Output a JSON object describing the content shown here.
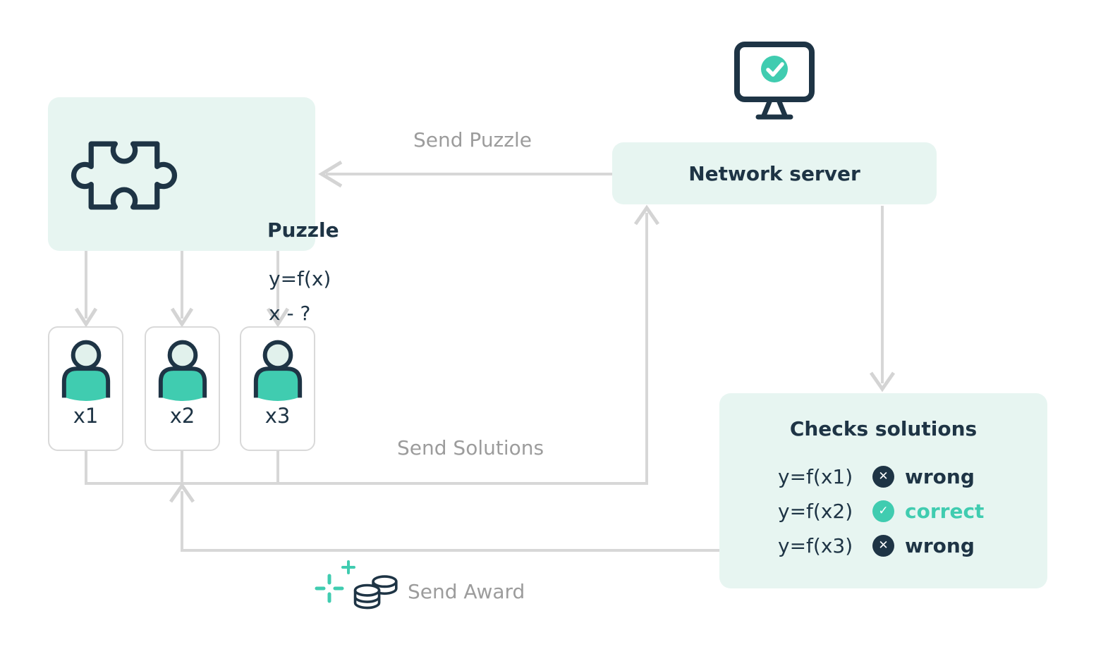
{
  "palette": {
    "dark_navy": "#1e3445",
    "teal": "#40ccb0",
    "mint_box_bg": "#e7f5f1",
    "arrow_gray": "#d7d7d7",
    "label_gray": "#9c9c9c",
    "card_border": "#d9d9d9"
  },
  "puzzle_box": {
    "title": "Puzzle",
    "line1": "y=f(x)",
    "line2": "x - ?"
  },
  "server": {
    "label": "Network server"
  },
  "miners": [
    {
      "label": "x1"
    },
    {
      "label": "x2"
    },
    {
      "label": "x3"
    }
  ],
  "checks_box": {
    "title": "Checks solutions",
    "rows": [
      {
        "expr": "y=f(x1)",
        "status": "wrong",
        "glyph": "✕",
        "result": "wrong"
      },
      {
        "expr": "y=f(x2)",
        "status": "correct",
        "glyph": "✓",
        "result": "correct"
      },
      {
        "expr": "y=f(x3)",
        "status": "wrong",
        "glyph": "✕",
        "result": "wrong"
      }
    ]
  },
  "flow_labels": {
    "send_puzzle": "Send Puzzle",
    "send_solutions": "Send Solutions",
    "send_award": "Send Award"
  }
}
